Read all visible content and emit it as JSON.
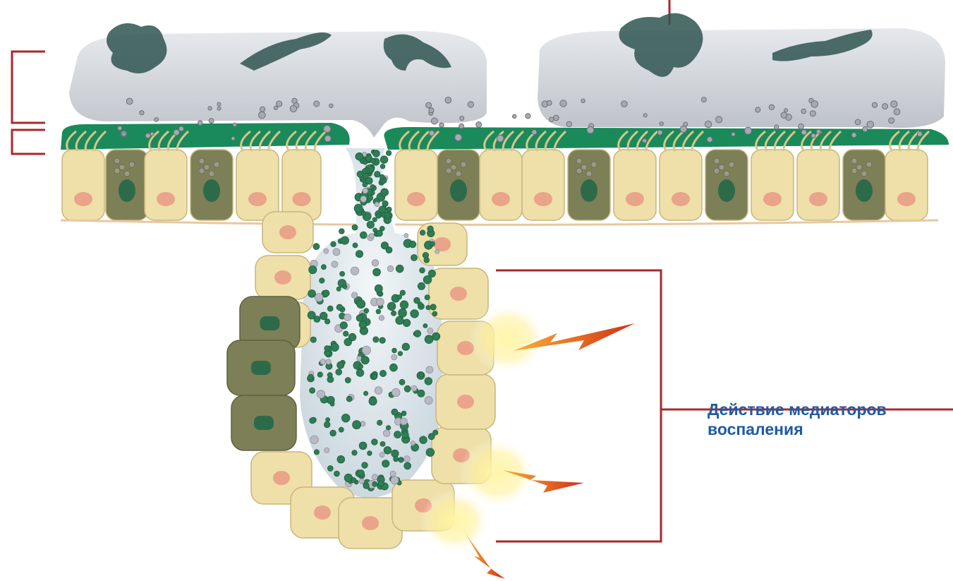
{
  "annotation": {
    "line1": "Действие медиаторов",
    "line2": "воспаления"
  },
  "colors": {
    "bracket": "#a8282d",
    "label": "#1f5aa5",
    "mucus": "#c9ced3",
    "mucus_layer": "#1a8a5a",
    "cell": "#eee0a8",
    "goblet_cell": "#7d7f57",
    "nucleus": "#e9a48a",
    "granule": "#2e7d55",
    "lightning": "#e04a1c",
    "glow": "#fff3a0"
  },
  "icons": [
    "mucus-plug",
    "epithelial-cell",
    "goblet-cell",
    "mucus-granule",
    "irritation-bolt"
  ]
}
